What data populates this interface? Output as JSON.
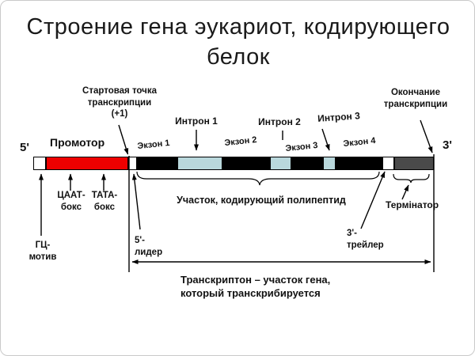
{
  "title": {
    "line1": "Строение гена эукариот,",
    "line2": "кодирующего белок"
  },
  "gene_bar": {
    "five_prime_label": "5'",
    "three_prime_label": "3'"
  },
  "annotations": {
    "start_point": [
      "Стартовая точка",
      "транскрипции",
      "(+1)"
    ],
    "transcription_end": [
      "Окончание",
      "транскрипции"
    ],
    "promoter": "Промотор",
    "caat_box": [
      "ЦААТ-",
      "бокс"
    ],
    "tata_box": [
      "ТАТА-",
      "бокс"
    ],
    "gc_motif": [
      "ГЦ-",
      "мотив"
    ],
    "exons": [
      "Экзон 1",
      "Экзон 2",
      "Экзон 3",
      "Экзон 4"
    ],
    "introns": [
      "Интрон 1",
      "Интрон 2",
      "Интрон 3"
    ],
    "five_leader": [
      "5'-",
      "лидер"
    ],
    "three_trailer": [
      "3'-",
      "трейлер"
    ],
    "coding_region": "Участок, кодирующий полипептид",
    "terminator": "Термінатор",
    "transcripton": [
      "Транскриптон – участок гена,",
      "который транскрибируется"
    ]
  },
  "colors": {
    "promoter": "#ee0000",
    "exon": "#000000",
    "intron": "#b9d8dc",
    "terminator": "#4a4a4a",
    "gap": "#ffffff",
    "line": "#000000"
  }
}
